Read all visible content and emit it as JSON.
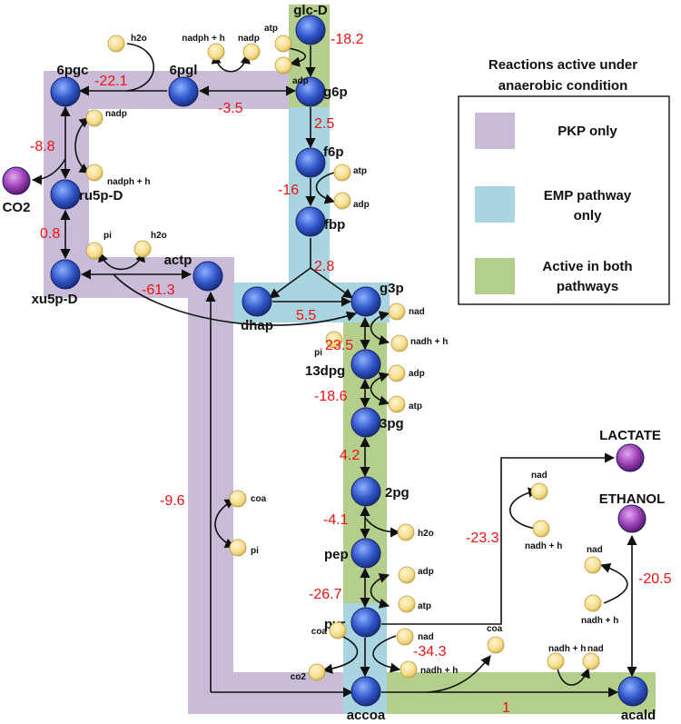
{
  "colors": {
    "pkp": "#c9bcd9",
    "emp": "#a8d5e0",
    "both": "#b4cf8c",
    "metabolite": "#2f57c9",
    "product": "#9b3fb5",
    "cofactor": "#f6dd8d",
    "flux": "#ee1111"
  },
  "nodes": [
    {
      "id": "glc",
      "label": "glc-D",
      "kind": "metabolite"
    },
    {
      "id": "g6p",
      "label": "g6p",
      "kind": "metabolite"
    },
    {
      "id": "6pgl",
      "label": "6pgl",
      "kind": "metabolite"
    },
    {
      "id": "6pgc",
      "label": "6pgc",
      "kind": "metabolite"
    },
    {
      "id": "co2a",
      "label": "CO2",
      "kind": "product"
    },
    {
      "id": "ru5p",
      "label": "ru5p-D",
      "kind": "metabolite"
    },
    {
      "id": "xu5p",
      "label": "xu5p-D",
      "kind": "metabolite"
    },
    {
      "id": "actp",
      "label": "actp",
      "kind": "metabolite"
    },
    {
      "id": "f6p",
      "label": "f6p",
      "kind": "metabolite"
    },
    {
      "id": "fbp",
      "label": "fbp",
      "kind": "metabolite"
    },
    {
      "id": "dhap",
      "label": "dhap",
      "kind": "metabolite"
    },
    {
      "id": "g3p",
      "label": "g3p",
      "kind": "metabolite"
    },
    {
      "id": "13dpg",
      "label": "13dpg",
      "kind": "metabolite"
    },
    {
      "id": "3pg",
      "label": "3pg",
      "kind": "metabolite"
    },
    {
      "id": "2pg",
      "label": "2pg",
      "kind": "metabolite"
    },
    {
      "id": "pep",
      "label": "pep",
      "kind": "metabolite"
    },
    {
      "id": "pyr",
      "label": "pyr",
      "kind": "metabolite"
    },
    {
      "id": "accoa",
      "label": "accoa",
      "kind": "metabolite"
    },
    {
      "id": "acald",
      "label": "acald",
      "kind": "metabolite"
    },
    {
      "id": "lactate",
      "label": "LACTATE",
      "kind": "product"
    },
    {
      "id": "ethanol",
      "label": "ETHANOL",
      "kind": "product"
    }
  ],
  "cofactors": [
    {
      "id": "c_atp1",
      "label": "atp"
    },
    {
      "id": "c_adp1",
      "label": "adp"
    },
    {
      "id": "c_nadp1",
      "label": "nadp"
    },
    {
      "id": "c_nadph1",
      "label": "nadph + h"
    },
    {
      "id": "c_h2o1",
      "label": "h2o"
    },
    {
      "id": "c_nadp2",
      "label": "nadp"
    },
    {
      "id": "c_nadph2",
      "label": "nadph + h"
    },
    {
      "id": "c_pi1",
      "label": "pi"
    },
    {
      "id": "c_h2o2",
      "label": "h2o"
    },
    {
      "id": "c_atp2",
      "label": "atp"
    },
    {
      "id": "c_adp2",
      "label": "adp"
    },
    {
      "id": "c_nad1",
      "label": "nad"
    },
    {
      "id": "c_nadh1",
      "label": "nadh + h"
    },
    {
      "id": "c_pi2",
      "label": "pi"
    },
    {
      "id": "c_adp3",
      "label": "adp"
    },
    {
      "id": "c_atp3",
      "label": "atp"
    },
    {
      "id": "c_h2o3",
      "label": "h2o"
    },
    {
      "id": "c_adp4",
      "label": "adp"
    },
    {
      "id": "c_atp4",
      "label": "atp"
    },
    {
      "id": "c_coa1",
      "label": "coa"
    },
    {
      "id": "c_pi3",
      "label": "pi"
    },
    {
      "id": "c_coa2",
      "label": "coa"
    },
    {
      "id": "c_nad2",
      "label": "nad"
    },
    {
      "id": "c_co2b",
      "label": "co2"
    },
    {
      "id": "c_nadh2",
      "label": "nadh + h"
    },
    {
      "id": "c_coa3",
      "label": "coa"
    },
    {
      "id": "c_nadh3",
      "label": "nadh + h"
    },
    {
      "id": "c_nad3",
      "label": "nad"
    },
    {
      "id": "c_nad4",
      "label": "nad"
    },
    {
      "id": "c_nadh4",
      "label": "nadh + h"
    },
    {
      "id": "c_nad5",
      "label": "nad"
    },
    {
      "id": "c_nadh5",
      "label": "nadh + h"
    }
  ],
  "fluxes": [
    {
      "id": "f_hex",
      "value": "-18.2"
    },
    {
      "id": "f_g6pdh",
      "value": "-3.5"
    },
    {
      "id": "f_pgl",
      "value": "-22.1"
    },
    {
      "id": "f_gnd",
      "value": "-8.8"
    },
    {
      "id": "f_rpe",
      "value": "0.8"
    },
    {
      "id": "f_pk",
      "value": "-61.3"
    },
    {
      "id": "f_pgi",
      "value": "2.5"
    },
    {
      "id": "f_pfk",
      "value": "-16"
    },
    {
      "id": "f_fba",
      "value": "2.8"
    },
    {
      "id": "f_tpi",
      "value": "5.5"
    },
    {
      "id": "f_gapd",
      "value": "23.5"
    },
    {
      "id": "f_pgk",
      "value": "-18.6"
    },
    {
      "id": "f_pgm",
      "value": "4.2"
    },
    {
      "id": "f_eno",
      "value": "-4.1"
    },
    {
      "id": "f_pyk",
      "value": "-26.7"
    },
    {
      "id": "f_pta",
      "value": "-9.6"
    },
    {
      "id": "f_pdh",
      "value": "-34.3"
    },
    {
      "id": "f_ldh",
      "value": "-23.3"
    },
    {
      "id": "f_acald",
      "value": "1"
    },
    {
      "id": "f_adh",
      "value": "-20.5"
    }
  ],
  "legend": {
    "title_line1": "Reactions active under",
    "title_line2": "anaerobic condition",
    "pkp_label": "PKP only",
    "emp_label_line1": "EMP pathway",
    "emp_label_line2": "only",
    "both_label_line1": "Active in both",
    "both_label_line2": "pathways"
  }
}
